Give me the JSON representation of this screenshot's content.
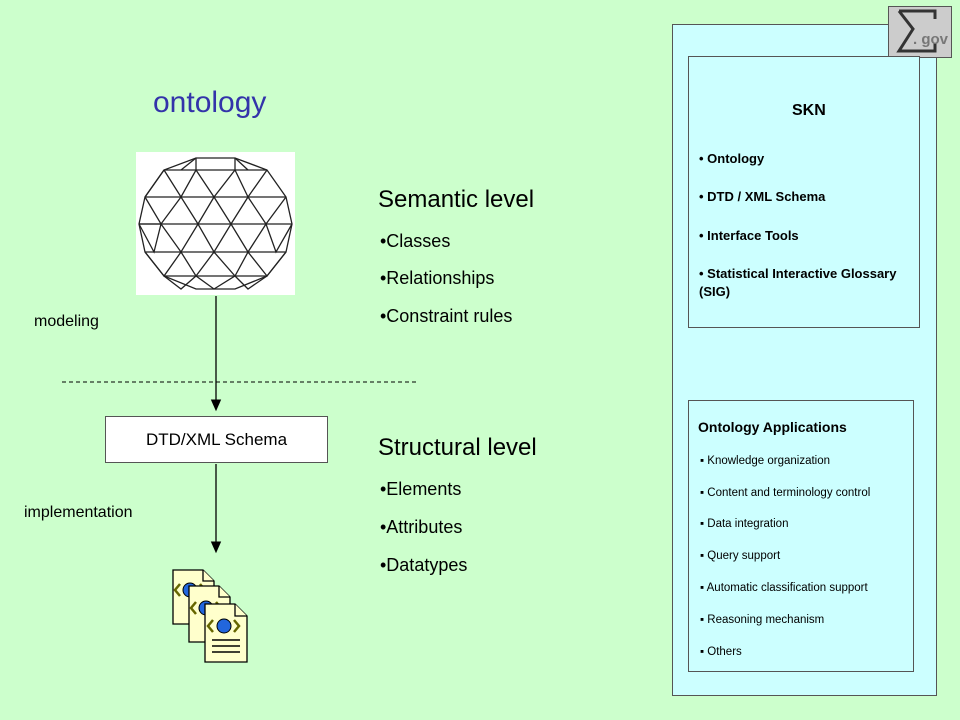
{
  "title": "ontology",
  "semantic": {
    "heading": "Semantic level",
    "items": [
      "•Classes",
      "•Relationships",
      "•Constraint rules"
    ]
  },
  "structural": {
    "heading": "Structural level",
    "items": [
      "•Elements",
      "•Attributes",
      "•Datatypes"
    ]
  },
  "labels": {
    "modeling": "modeling",
    "implementation": "implementation",
    "dtd_box": "DTD/XML Schema"
  },
  "skn": {
    "title": "SKN",
    "items": [
      "• Ontology",
      "• DTD / XML Schema",
      "• Interface Tools",
      "• Statistical Interactive Glossary (SIG)"
    ]
  },
  "apps": {
    "title": "Ontology Applications",
    "items": [
      "▪ Knowledge organization",
      "▪ Content and terminology control",
      "▪ Data integration",
      "▪ Query support",
      "▪ Automatic classification support",
      "▪ Reasoning mechanism",
      "▪ Others"
    ]
  },
  "logo": {
    "text": ". gov"
  },
  "colors": {
    "background": "#ccffcc",
    "panel": "#ccffff",
    "title": "#3333aa"
  },
  "icons": [
    "geodesic-sphere-icon",
    "xml-documents-icon",
    "sigma-gov-logo-icon"
  ]
}
